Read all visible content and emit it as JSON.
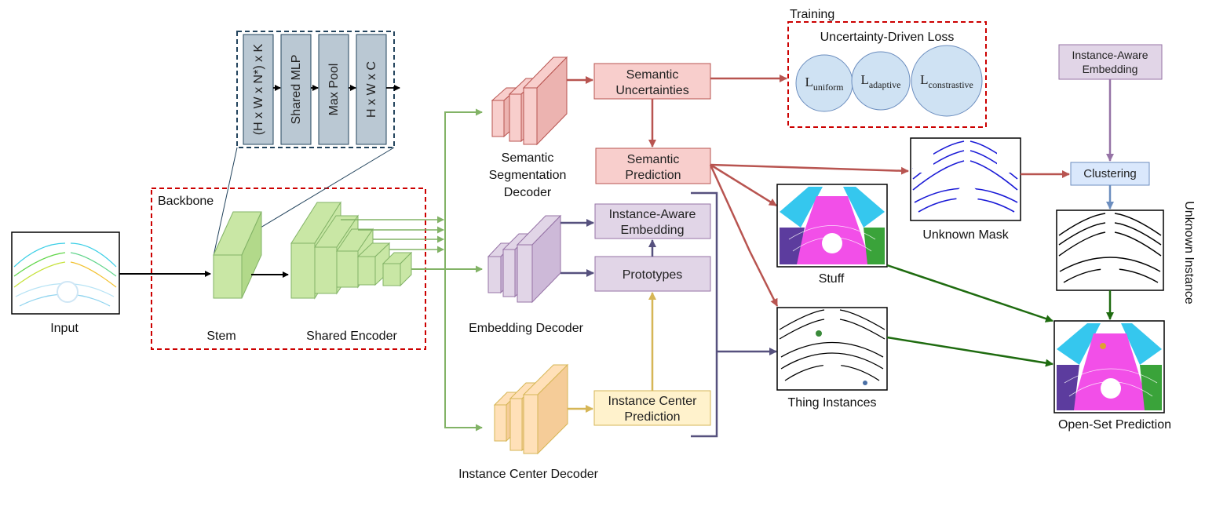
{
  "labels": {
    "input": "Input",
    "stem": "Stem",
    "shared_encoder": "Shared Encoder",
    "backbone": "Backbone",
    "pointnet_1": "(H x W x N*) x K",
    "pointnet_2": "Shared MLP",
    "pointnet_3": "Max Pool",
    "pointnet_4": "H x W x C",
    "sem_decoder_1": "Semantic",
    "sem_decoder_2": "Segmentation",
    "sem_decoder_3": "Decoder",
    "emb_decoder": "Embedding Decoder",
    "center_decoder": "Instance Center Decoder",
    "sem_unc_1": "Semantic",
    "sem_unc_2": "Uncertainties",
    "sem_pred_1": "Semantic",
    "sem_pred_2": "Prediction",
    "inst_emb_1": "Instance-Aware",
    "inst_emb_2": "Embedding",
    "prototypes": "Prototypes",
    "center_pred_1": "Instance Center",
    "center_pred_2": "Prediction",
    "training": "Training",
    "loss_title": "Uncertainty-Driven Loss",
    "loss_uniform_main": "L",
    "loss_uniform_sub": "uniform",
    "loss_adaptive_main": "L",
    "loss_adaptive_sub": "adaptive",
    "loss_contrastive_main": "L",
    "loss_contrastive_sub": "constrastive",
    "unknown_mask": "Unknown Mask",
    "stuff": "Stuff",
    "thing_instances": "Thing Instances",
    "inst_emb_right_1": "Instance-Aware",
    "inst_emb_right_2": "Embedding",
    "clustering": "Clustering",
    "unknown_instance": "Unknown Instance",
    "open_set": "Open-Set Prediction"
  },
  "colors": {
    "green": "#82b366",
    "green_fill": "#c9e7a5",
    "red": "#b85450",
    "red_fill": "#f8cecc",
    "purple": "#9673a6",
    "purple_fill": "#e1d5e7",
    "navy": "#56517e",
    "orange": "#d6b656",
    "orange_fill": "#fff2cc",
    "orange_dec": "#ffe0b8",
    "blue": "#6c8ebf",
    "blue_fill": "#dae8fc",
    "dashed_red": "#cc0000",
    "dashed_blue": "#23445d",
    "grey_block": "#bac8d3",
    "dark_green": "#1e6b0f",
    "loss_circle": "#cfe2f3"
  }
}
